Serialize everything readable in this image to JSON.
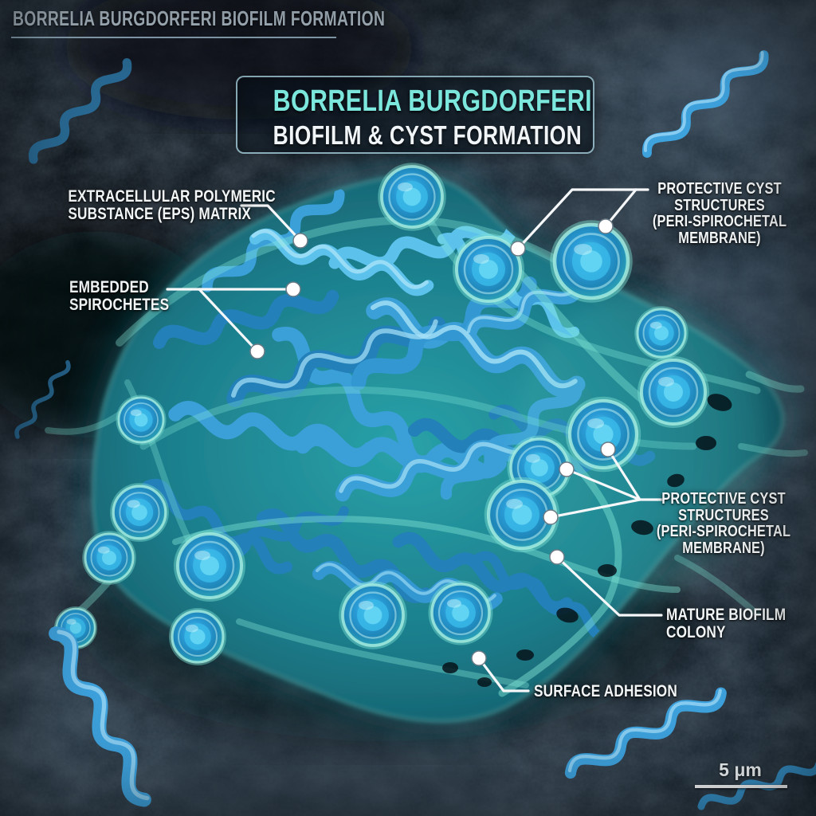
{
  "header": {
    "title": "BORRELIA BURGDORFERI BIOFILM FORMATION"
  },
  "title_card": {
    "line1": "BORRELIA BURGDORFERI",
    "line2": "BIOFILM & CYST FORMATION"
  },
  "labels": {
    "eps_matrix": {
      "line1": "EXTRACELLULAR POLYMERIC",
      "line2": "SUBSTANCE (EPS) MATRIX"
    },
    "embedded_spirochetes": {
      "line1": "EMBEDDED",
      "line2": "SPIROCHETES"
    },
    "protective_cyst_top": {
      "line1": "PROTECTIVE CYST",
      "line2": "STRUCTURES",
      "line3": "(PERI-SPIROCHETAL",
      "line4": "MEMBRANE)"
    },
    "protective_cyst_mid": {
      "line1": "PROTECTIVE CYST",
      "line2": "STRUCTURES",
      "line3": "(PERI-SPIROCHETAL",
      "line4": "MEMBRANE)"
    },
    "mature_biofilm": {
      "line1": "MATURE BIOFILM",
      "line2": "COLONY"
    },
    "surface_adhesion": {
      "line1": "SURFACE ADHESION"
    }
  },
  "scale_bar": {
    "label": "5 μm"
  },
  "colors": {
    "title_accent": "#7de9df",
    "label_text": "#f3f6f7",
    "spirochete_blue": "#3b9fd8",
    "cyst_core_blue": "#2a9fd4",
    "eps_teal": "#5fd8c8",
    "background_dark": "#131e28",
    "leader_line": "#ffffff"
  }
}
